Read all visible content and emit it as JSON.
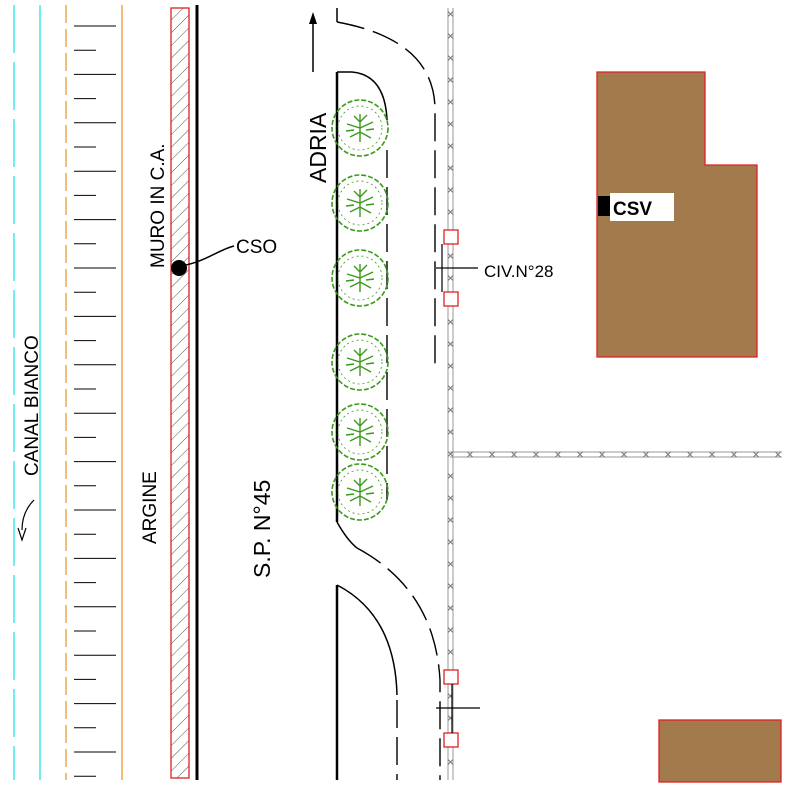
{
  "labels": {
    "canal": "CANAL BIANCO",
    "argine": "ARGINE",
    "muro": "MURO IN C.A.",
    "cso": "CSO",
    "road": "S.P. N°45",
    "direction": "ADRIA",
    "civic": "CIV.N°28",
    "csv": "CSV"
  },
  "colors": {
    "canal_line": "#22e6e6",
    "bank_line": "#f0a040",
    "wall_outline": "#e02020",
    "tree": "#3a9a1a",
    "building_fill": "#a37a4c",
    "building_outline": "#e02020",
    "fence": "#999999",
    "gate": "#e02020"
  },
  "trees_count": 6
}
